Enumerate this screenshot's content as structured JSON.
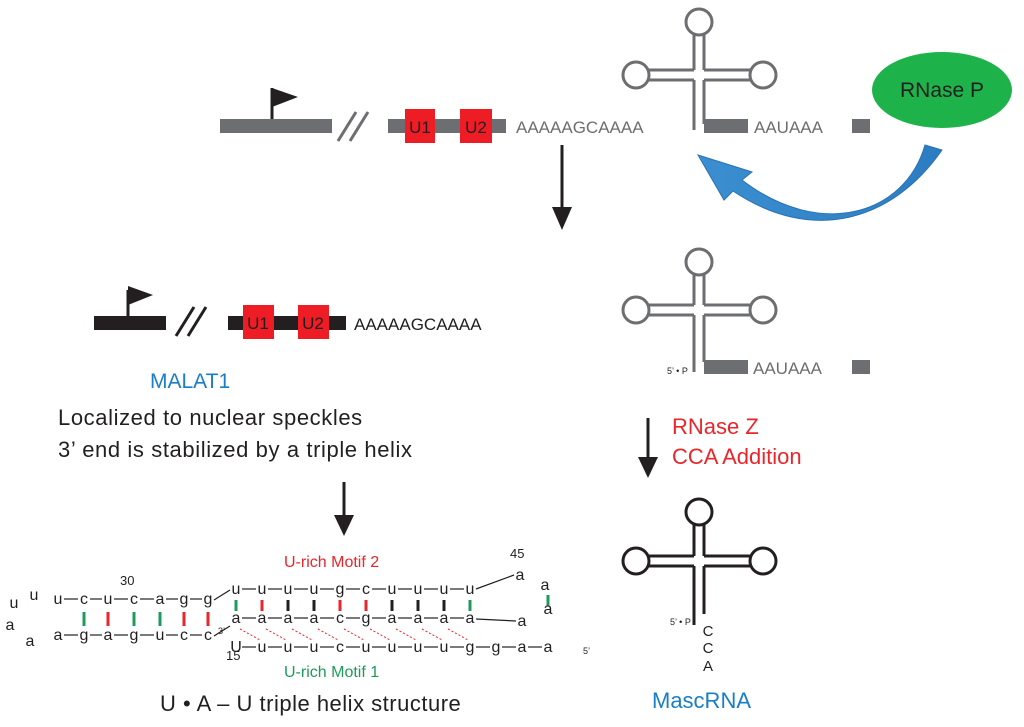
{
  "top": {
    "u1": "U1",
    "u2": "U2",
    "polyA": "AAAAAGCAAAA",
    "polyA_tail": "AAUAAA",
    "rnase_p": "RNase P"
  },
  "middle": {
    "u1": "U1",
    "u2": "U2",
    "polyA": "AAAAAGCAAAA",
    "malat1": "MALAT1",
    "desc1": "Localized to nuclear speckles",
    "desc2": "3’ end is stabilized by a triple helix",
    "five_p": "5’ • P",
    "tail": "AAUAAA"
  },
  "right": {
    "rnase_z": "RNase Z",
    "cca_addition": "CCA Addition",
    "five_p": "5’ • P",
    "c1": "C",
    "c2": "C",
    "a": "A",
    "mascrna": "MascRNA"
  },
  "helix": {
    "motif2": "U-rich Motif 2",
    "motif1": "U-rich Motif 1",
    "num30": "30",
    "num45": "45",
    "num15": "15",
    "three_prime": "3’",
    "five_prime": "5’",
    "caption": "U • A – U triple helix structure",
    "top_strand": [
      "u",
      "u",
      "u",
      "u",
      "g",
      "c",
      "u",
      "u",
      "u",
      "u"
    ],
    "mid_strand": [
      "a",
      "a",
      "a",
      "a",
      "c",
      "g",
      "a",
      "a",
      "a",
      "a"
    ],
    "bot_strand": [
      "U",
      "u",
      "u",
      "u",
      "c",
      "u",
      "u",
      "u",
      "u",
      "g",
      "g",
      "a",
      "a"
    ],
    "left_top": [
      "u",
      "c",
      "u",
      "c",
      "a",
      "g",
      "g"
    ],
    "left_bot": [
      "a",
      "g",
      "a",
      "g",
      "u",
      "c",
      "c"
    ],
    "loop_right": [
      "a",
      "a",
      "a",
      "a"
    ],
    "loop_left": [
      "u",
      "u",
      "a",
      "a"
    ]
  },
  "colors": {
    "red_box": "#ee1c24",
    "red_text": "#e8262b",
    "blue_text": "#1a7ec4",
    "green_text": "#1e9b5b",
    "ellipse": "#1db34a",
    "arrow_curve": "#3d8fcf",
    "gray_bar": "#6d6e71",
    "dark_bar": "#231f20"
  }
}
